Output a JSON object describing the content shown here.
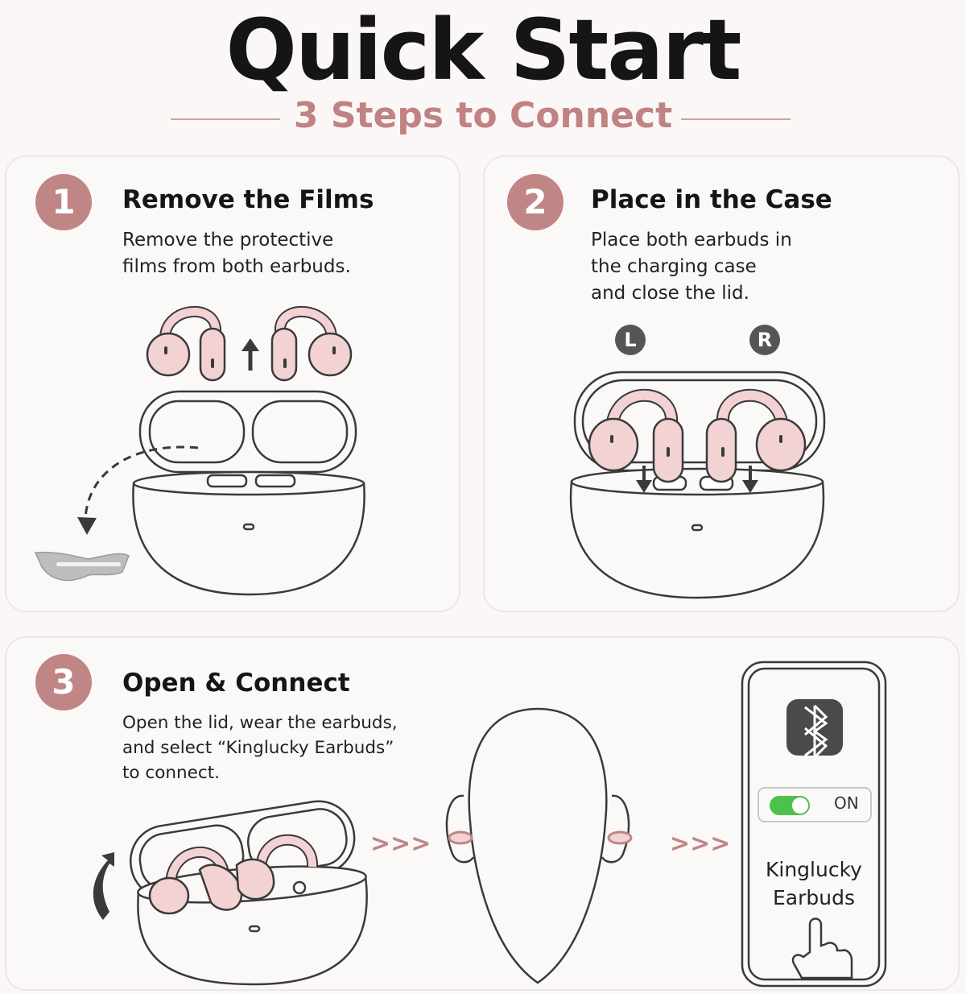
{
  "header": {
    "title": "Quick Start",
    "subtitle": "3 Steps to Connect"
  },
  "steps": [
    {
      "number": "1",
      "title": "Remove the Films",
      "description": "Remove the protective\nfilms from both earbuds."
    },
    {
      "number": "2",
      "title": "Place in the Case",
      "description": "Place both earbuds in\nthe charging case\nand close the lid.",
      "left_label": "L",
      "right_label": "R"
    },
    {
      "number": "3",
      "title": "Open & Connect",
      "description": "Open the lid, wear the earbuds,\nand select “Kinglucky Earbuds”\nto connect.",
      "arrows": ">>>",
      "phone": {
        "toggle_state": "ON",
        "device_name": "Kinglucky\nEarbuds"
      }
    }
  ],
  "colors": {
    "accent": "#c08585",
    "earbud_pink": "#f2d2d2",
    "toggle_green": "#4cc24c",
    "outline": "#3a3a3a"
  },
  "icons": [
    "up-arrow-icon",
    "bluetooth-icon",
    "hand-pointer-icon",
    "curved-arrow-icon",
    "down-arrow-icon"
  ]
}
